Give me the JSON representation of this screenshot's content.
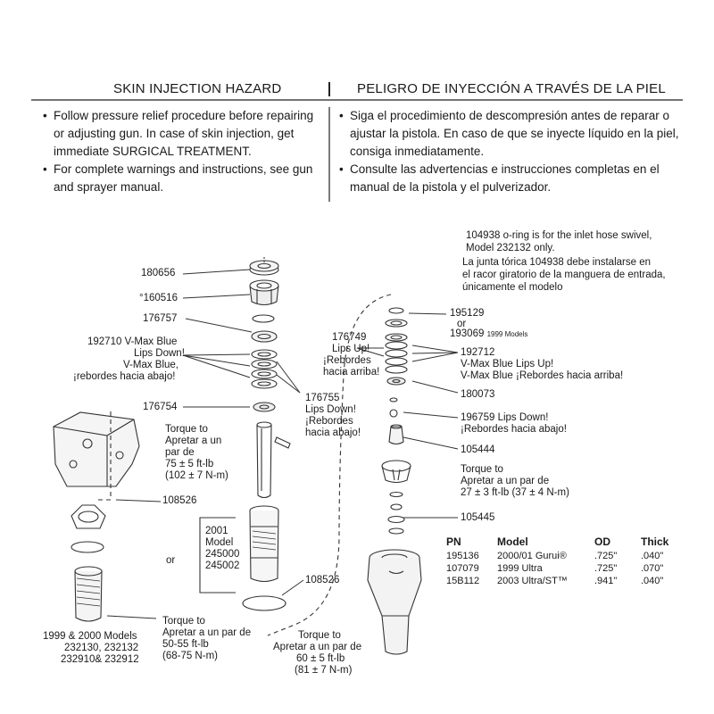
{
  "header": {
    "title_en": "SKIN INJECTION HAZARD",
    "title_es": "PELIGRO DE INYECCIÓN A TRAVÉS DE LA PIEL",
    "bullets_en": [
      "Follow pressure relief procedure before repairing or adjusting gun. In case of skin injection, get immediate SURGICAL TREATMENT.",
      "For complete warnings and instructions, see gun and sprayer manual."
    ],
    "bullets_es": [
      "Siga el procedimiento de descompresión antes de reparar o ajustar la pistola. En caso de que se inyecte líquido en la piel, consiga inmediatamente.",
      "Consulte las advertencias e instrucciones completas en el manual de la pistola y el pulverizador."
    ]
  },
  "note": {
    "en_1": "104938 o-ring is for the inlet hose swivel,",
    "en_2": "Model 232132 only.",
    "es_1": "La junta tórica 104938 debe instalarse en",
    "es_2": "el racor giratorio de la manguera de entrada,",
    "es_3": "únicamente el modelo"
  },
  "labels": {
    "p180656": "180656",
    "p160516": "°160516",
    "p176757": "176757",
    "vmax_down_1": "192710 V-Max Blue",
    "vmax_down_2": "Lips Down!",
    "vmax_down_3": "V-Max Blue,",
    "vmax_down_4": "¡rebordes hacia abajo!",
    "p176754": "176754",
    "p176755_1": "176755",
    "p176755_2": "Lips Down!",
    "p176755_3": "¡Rebordes",
    "p176755_4": "hacia abajo!",
    "torque1_1": "Torque to",
    "torque1_2": "Apretar a un",
    "torque1_3": "par de",
    "torque1_4": "75 ± 5 ft-lb",
    "torque1_5": "(102 ± 7 N-m)",
    "p108526a": "108526",
    "or_label": "or",
    "box_1": "2001",
    "box_2": "Model",
    "box_3": "245000",
    "box_4": "245002",
    "p108526b": "108526",
    "models_1": "1999 & 2000 Models",
    "models_2": "232130, 232132",
    "models_3": "232910& 232912",
    "torque2_1": "Torque to",
    "torque2_2": "Apretar a un par de",
    "torque2_3": "50-55 ft-lb",
    "torque2_4": "(68-75 N-m)",
    "torque3_1": "Torque to",
    "torque3_2": "Apretar a un par de",
    "torque3_3": "60 ± 5 ft-lb",
    "torque3_4": "(81 ± 7 N-m)",
    "p195129": "195129",
    "or2": "or",
    "p193069": "193069",
    "p193069_note": "1999 Models",
    "p176749_1": "176749",
    "p176749_2": "Lips Up!",
    "p176749_3": "¡Rebordes",
    "p176749_4": "hacia arriba!",
    "p192712_1": "192712",
    "p192712_2": "V-Max Blue Lips Up!",
    "p192712_3": "V-Max Blue ¡Rebordes hacia arriba!",
    "p180073": "180073",
    "p196759_1": "196759 Lips Down!",
    "p196759_2": "¡Rebordes hacia abajo!",
    "p105444": "105444",
    "torque4_1": "Torque to",
    "torque4_2": "Apretar a un par de",
    "torque4_3": "27 ± 3 ft-lb (37 ± 4 N-m)",
    "p105445": "105445"
  },
  "table": {
    "headers": [
      "PN",
      "Model",
      "OD",
      "Thick"
    ],
    "rows": [
      [
        "195136",
        "2000/01 Gurui®",
        ".725\"",
        ".040\""
      ],
      [
        "107079",
        "1999 Ultra",
        ".725\"",
        ".070\""
      ],
      [
        "15B112",
        "2003 Ultra/ST™",
        ".941\"",
        ".040\""
      ]
    ]
  }
}
